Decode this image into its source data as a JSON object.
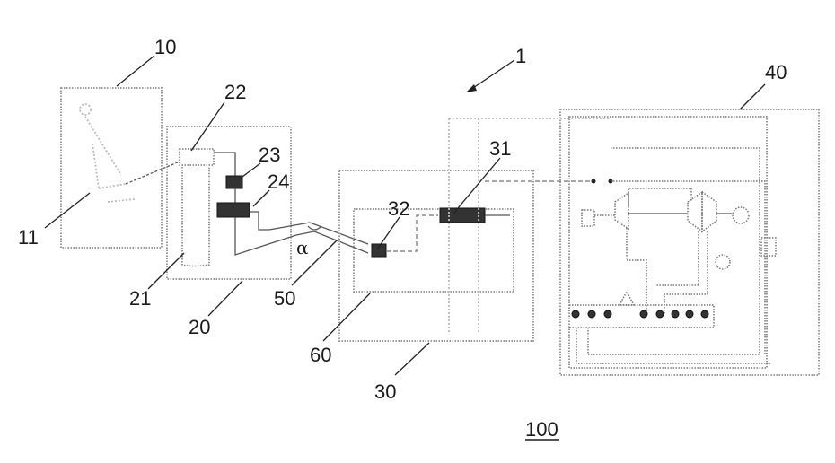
{
  "figure": {
    "title_ref": "100",
    "system_ref": "1",
    "angle_symbol": "α"
  },
  "components": [
    {
      "id": "solar_field",
      "ref": "10"
    },
    {
      "id": "heliostat",
      "ref": "11"
    },
    {
      "id": "receiver_unit",
      "ref": "20"
    },
    {
      "id": "tower",
      "ref": "21"
    },
    {
      "id": "receiver",
      "ref": "22"
    },
    {
      "id": "component_23",
      "ref": "23"
    },
    {
      "id": "component_24",
      "ref": "24"
    },
    {
      "id": "storage_unit",
      "ref": "30"
    },
    {
      "id": "component_31",
      "ref": "31"
    },
    {
      "id": "component_32",
      "ref": "32"
    },
    {
      "id": "power_block",
      "ref": "40"
    },
    {
      "id": "connection_pipe",
      "ref": "50"
    },
    {
      "id": "loop_60",
      "ref": "60"
    }
  ],
  "colors": {
    "line": "#555555",
    "label": "#1a1a1a",
    "component_fill": "#333333"
  }
}
